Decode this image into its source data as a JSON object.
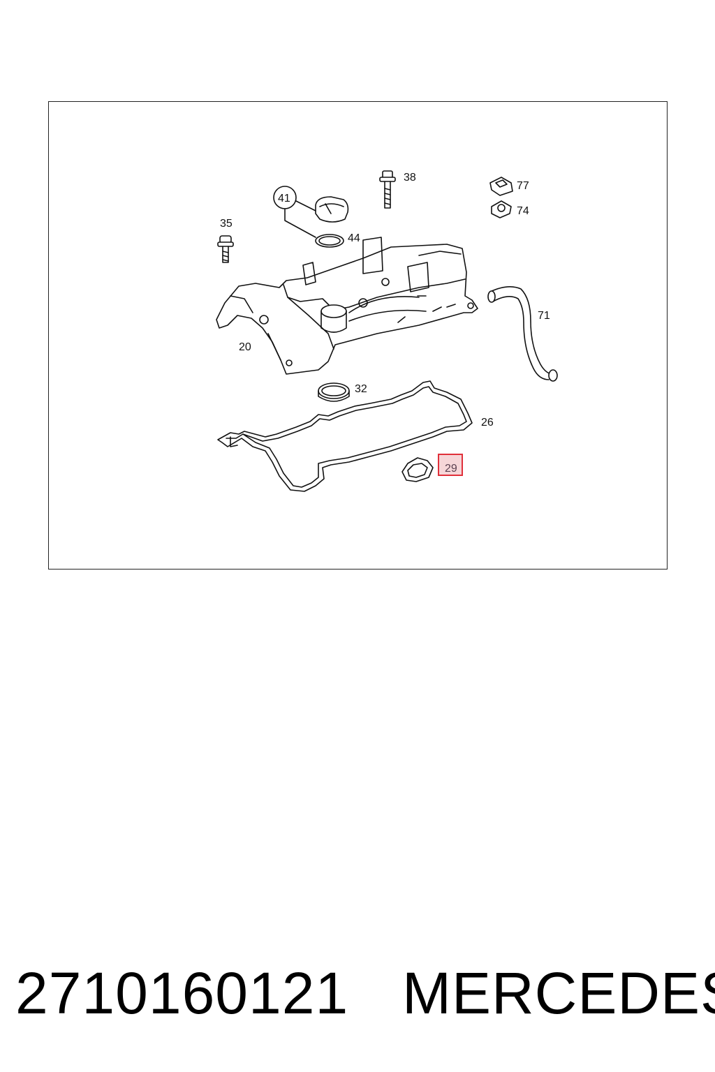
{
  "diagram": {
    "callouts": {
      "c41": "41",
      "c38": "38",
      "c77": "77",
      "c74": "74",
      "c35": "35",
      "c44": "44",
      "c71": "71",
      "c20": "20",
      "c32": "32",
      "c26": "26",
      "c29": "29"
    },
    "highlight_color": "#e0303a",
    "highlight_fill": "#f6d6d8"
  },
  "footer": {
    "part_number": "2710160121",
    "brand": "MERCEDES"
  }
}
